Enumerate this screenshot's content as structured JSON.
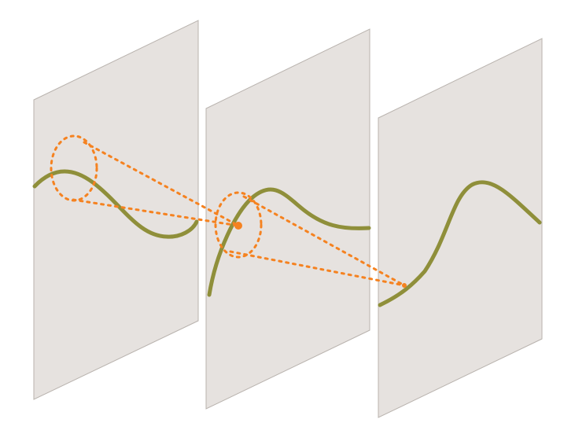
{
  "diagram": {
    "panel_count": 3,
    "colors": {
      "background": "#ffffff",
      "panel_fill": "#e6e2df",
      "panel_stroke": "#b9b3ae",
      "curve": "#8f8f3a",
      "projection": "#f58220"
    },
    "elements": [
      {
        "name": "panel-1",
        "kind": "parallelogram panel"
      },
      {
        "name": "panel-2",
        "kind": "parallelogram panel"
      },
      {
        "name": "panel-3",
        "kind": "parallelogram panel"
      },
      {
        "name": "curve-1",
        "kind": "smooth curve"
      },
      {
        "name": "curve-2",
        "kind": "smooth curve"
      },
      {
        "name": "curve-3",
        "kind": "smooth curve"
      },
      {
        "name": "neighborhood-circle-1",
        "kind": "dashed ellipse"
      },
      {
        "name": "neighborhood-circle-2",
        "kind": "dashed ellipse"
      },
      {
        "name": "center-point",
        "kind": "filled dot"
      },
      {
        "name": "target-point",
        "kind": "filled dot"
      }
    ]
  }
}
